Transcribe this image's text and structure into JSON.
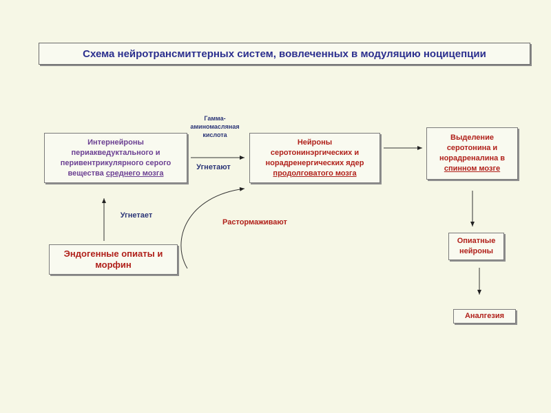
{
  "title": "Схема нейротрансмиттерных систем, вовлеченных в модуляцию ноцицепции",
  "box_interneurons": {
    "line1": "Интернейроны",
    "line2": "периакведуктального и",
    "line3": "перивентрикулярного серого",
    "line4_prefix": "вещества ",
    "line4_under": "среднего мозга"
  },
  "box_raphe": {
    "line1": "Нейроны",
    "line2": "серотонинэргических и",
    "line3": "норадренергических ядер",
    "line4_under": "продолговатого мозга"
  },
  "box_release": {
    "line1": "Выделение",
    "line2": "серотонина и",
    "line3": "норадреналина в",
    "line4_under": "спинном мозге"
  },
  "box_opioids": {
    "line1": "Эндогенные опиаты и",
    "line2": "морфин"
  },
  "box_opiate_neurons": {
    "line1": "Опиатные",
    "line2": "нейроны"
  },
  "box_analgesia": "Аналгезия",
  "label_gaba": {
    "line1": "Гамма-",
    "line2": "аминомасляная",
    "line3": "кислота"
  },
  "label_inhibit_plural": "Угнетают",
  "label_inhibit_single": "Угнетает",
  "label_disinhibit": "Растормаживают"
}
